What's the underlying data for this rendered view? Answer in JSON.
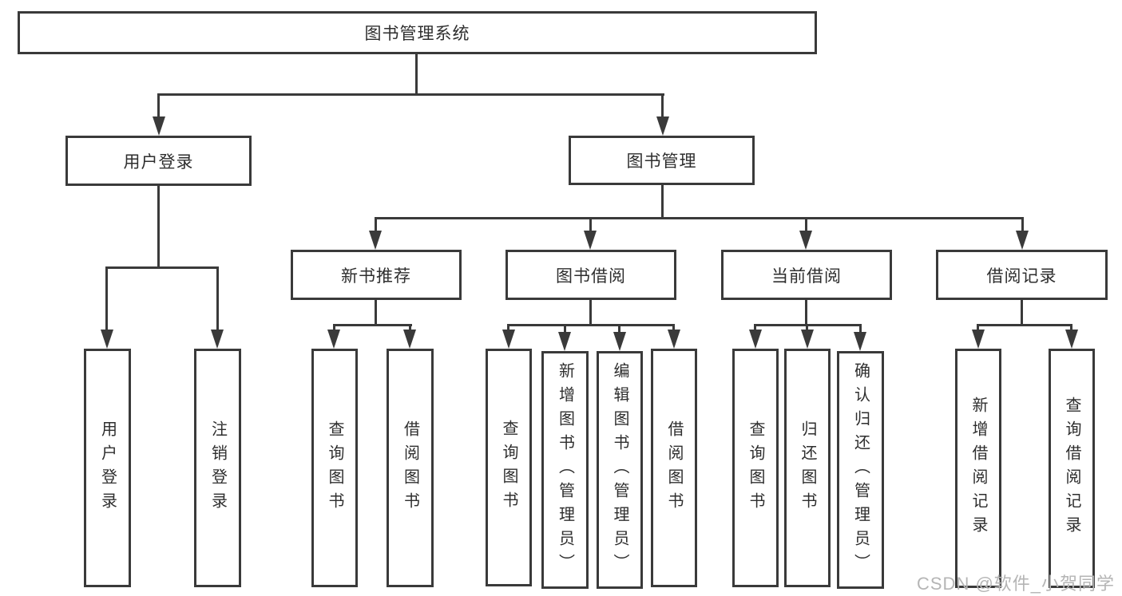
{
  "colors": {
    "line": "#3a3a3a",
    "box_border": "#3a3a3a",
    "text": "#2e2e2e",
    "background": "#ffffff",
    "watermark": "#b5b5b5"
  },
  "tree": {
    "root": {
      "label": "图书管理系统"
    },
    "branches": [
      {
        "label": "用户登录",
        "children": [
          {
            "label": "用户登录"
          },
          {
            "label": "注销登录"
          }
        ]
      },
      {
        "label": "图书管理",
        "modules": [
          {
            "label": "新书推荐",
            "children": [
              {
                "label": "查询图书"
              },
              {
                "label": "借阅图书"
              }
            ]
          },
          {
            "label": "图书借阅",
            "children": [
              {
                "label": "查询图书"
              },
              {
                "label": "新增图书（管理员）"
              },
              {
                "label": "编辑图书（管理员）"
              },
              {
                "label": "借阅图书"
              }
            ]
          },
          {
            "label": "当前借阅",
            "children": [
              {
                "label": "查询图书"
              },
              {
                "label": "归还图书"
              },
              {
                "label": "确认归还（管理员）"
              }
            ]
          },
          {
            "label": "借阅记录",
            "children": [
              {
                "label": "新增借阅记录"
              },
              {
                "label": "查询借阅记录"
              }
            ]
          }
        ]
      }
    ]
  },
  "watermark": {
    "text": "CSDN @软件_小贺同学"
  }
}
